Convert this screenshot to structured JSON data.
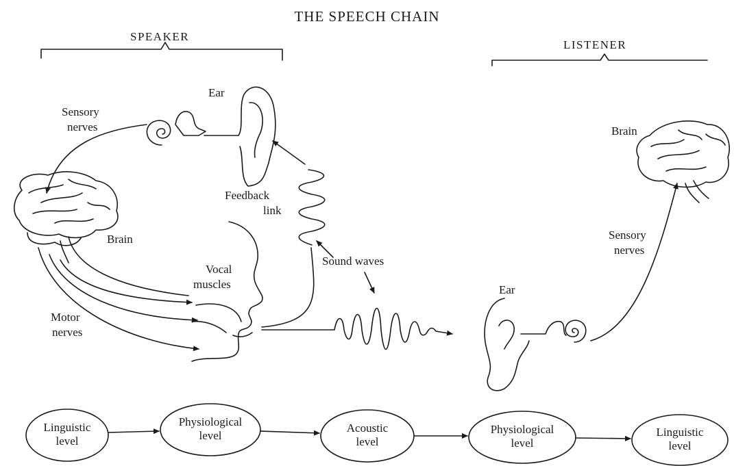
{
  "title": "THE SPEECH CHAIN",
  "speaker": {
    "heading": "SPEAKER"
  },
  "listener": {
    "heading": "LISTENER"
  },
  "labels": {
    "speaker_ear": "Ear",
    "sensory_nerves_1": "Sensory",
    "sensory_nerves_2": "nerves",
    "feedback_1": "Feedback",
    "feedback_2": "link",
    "speaker_brain": "Brain",
    "vocal_1": "Vocal",
    "vocal_2": "muscles",
    "motor_1": "Motor",
    "motor_2": "nerves",
    "sound_waves": "Sound waves",
    "listener_ear": "Ear",
    "listener_brain": "Brain",
    "l_sensory_1": "Sensory",
    "l_sensory_2": "nerves"
  },
  "levels": [
    {
      "line1": "Linguistic",
      "line2": "level"
    },
    {
      "line1": "Physiological",
      "line2": "level"
    },
    {
      "line1": "Acoustic",
      "line2": "level"
    },
    {
      "line1": "Physiological",
      "line2": "level"
    },
    {
      "line1": "Linguistic",
      "line2": "level"
    }
  ]
}
